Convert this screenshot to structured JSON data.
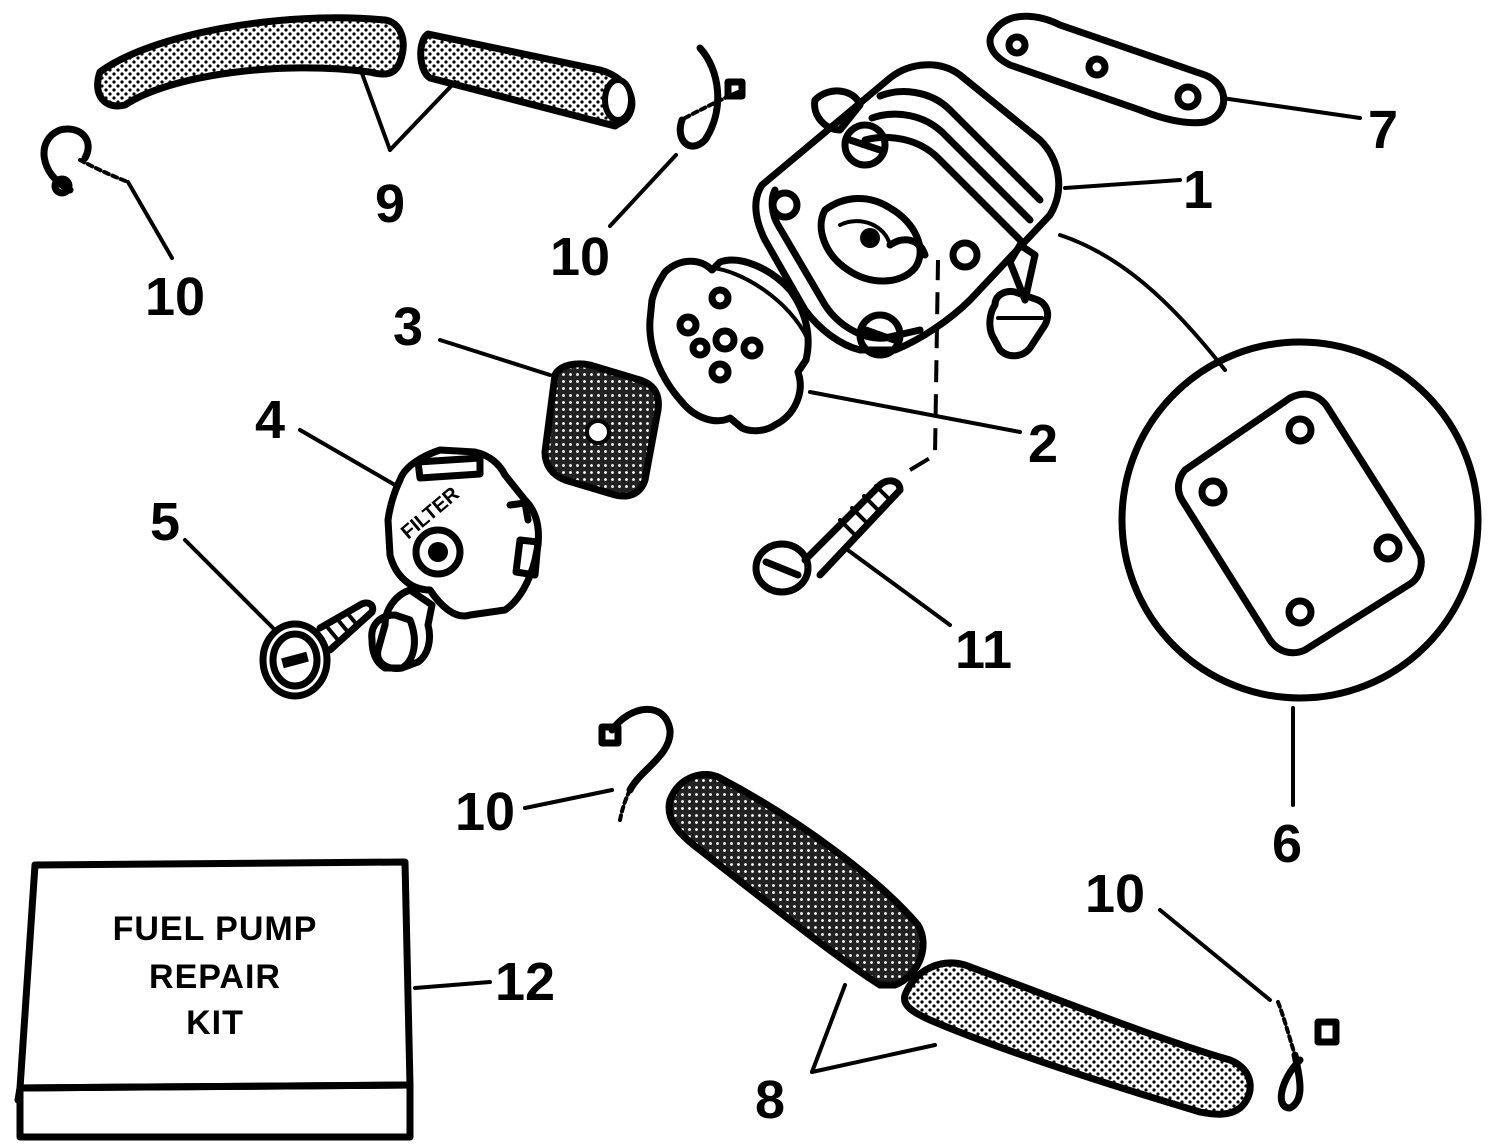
{
  "callouts": {
    "c1": "1",
    "c2": "2",
    "c3": "3",
    "c4": "4",
    "c5": "5",
    "c6": "6",
    "c7": "7",
    "c8": "8",
    "c9": "9",
    "c10": "10",
    "c11": "11",
    "c12": "12"
  },
  "kit": {
    "line1": "FUEL PUMP",
    "line2": "REPAIR",
    "line3": "KIT"
  },
  "filter_cover_text": "FILTER"
}
